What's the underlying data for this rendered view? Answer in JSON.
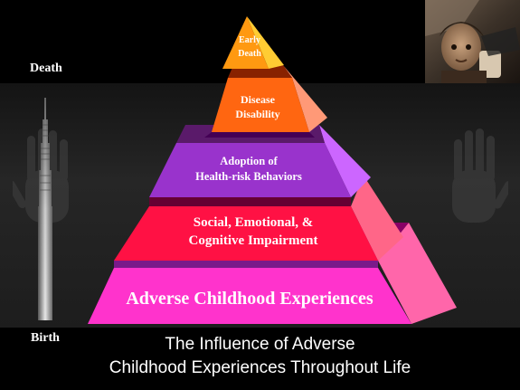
{
  "side_labels": {
    "top": "Death",
    "bottom": "Birth"
  },
  "pyramid": {
    "tiers": [
      {
        "label": "Adverse  Childhood Experiences",
        "color": "#ff33cc",
        "side_color": "#ff66aa"
      },
      {
        "label": "Social, Emotional, &\nCognitive Impairment",
        "color": "#ff1144",
        "side_color": "#ff6688"
      },
      {
        "label": "Adoption of\nHealth-risk Behaviors",
        "color": "#9933cc",
        "side_color": "#cc66ff"
      },
      {
        "label": "Disease\nDisability",
        "color": "#ff6611",
        "side_color": "#ff9977"
      },
      {
        "label": "Early\nDeath",
        "color": "#ff9911",
        "side_color": "#ffcc33"
      }
    ],
    "divider_color": "#880066"
  },
  "caption": {
    "line1": "The Influence of Adverse",
    "line2": "Childhood Experiences Throughout Life"
  },
  "icons": {
    "photo": "child-photo",
    "hands": "hand-silhouette-icon",
    "scale": "life-scale-bar"
  }
}
